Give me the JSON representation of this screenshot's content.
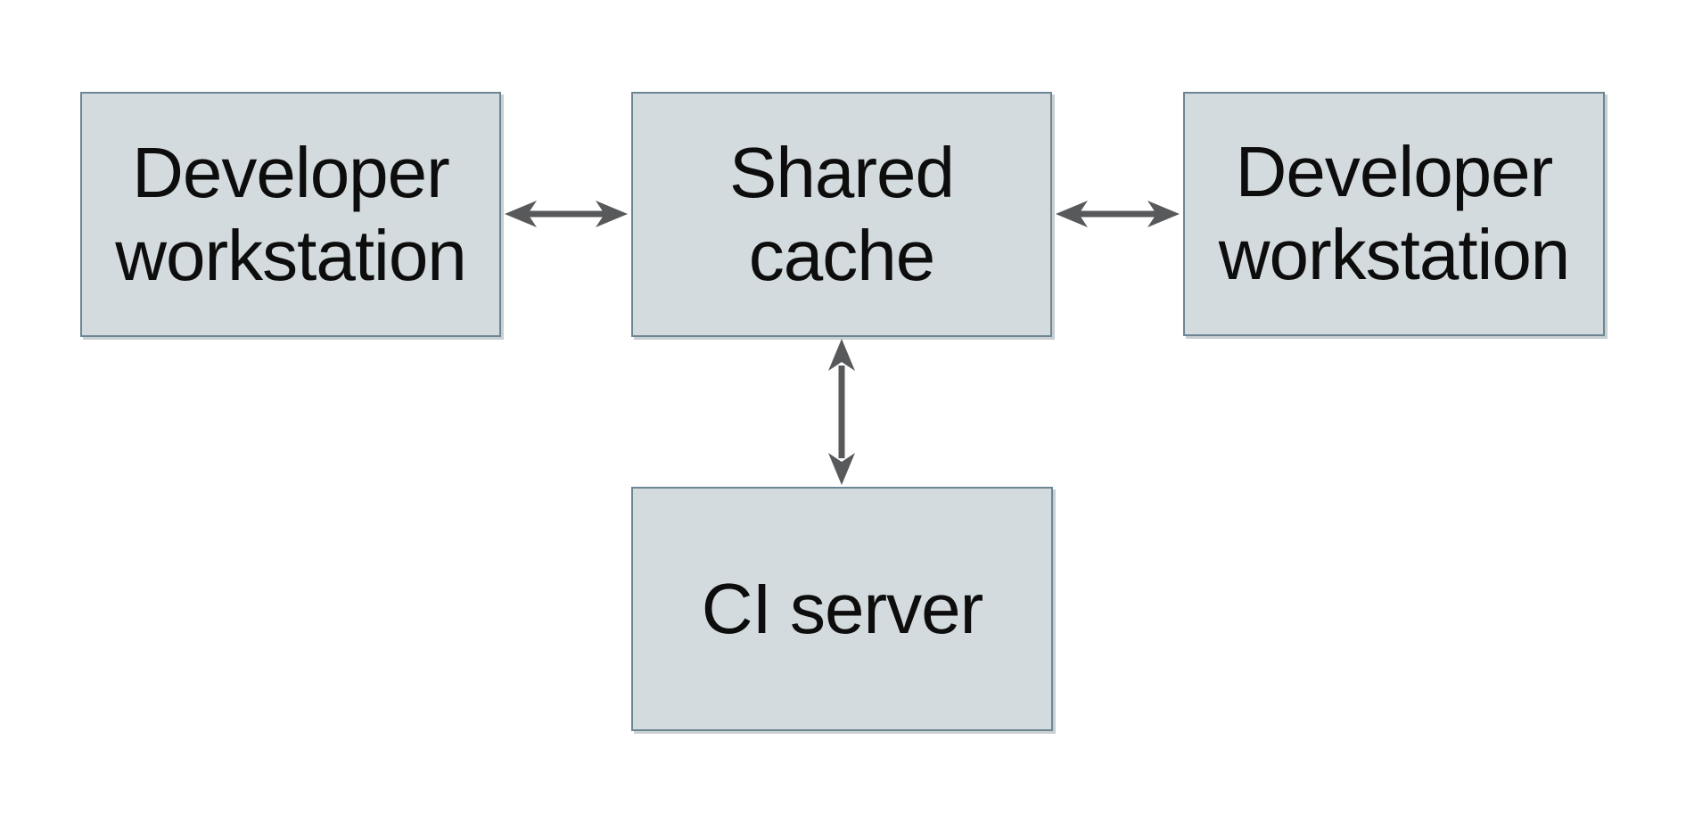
{
  "diagram": {
    "nodes": [
      {
        "id": "developer-workstation-left",
        "label": "Developer\nworkstation"
      },
      {
        "id": "shared-cache",
        "label": "Shared\ncache"
      },
      {
        "id": "developer-workstation-right",
        "label": "Developer\nworkstation"
      },
      {
        "id": "ci-server",
        "label": "CI server"
      }
    ],
    "edges": [
      {
        "from": "developer-workstation-left",
        "to": "shared-cache",
        "direction": "bidirectional"
      },
      {
        "from": "shared-cache",
        "to": "developer-workstation-right",
        "direction": "bidirectional"
      },
      {
        "from": "shared-cache",
        "to": "ci-server",
        "direction": "bidirectional"
      }
    ],
    "theme": {
      "node_fill": "#d4dbde",
      "node_border": "#6d8693",
      "text_color": "#0d0d0d",
      "arrow_color": "#58595b",
      "background": "#ffffff"
    }
  }
}
